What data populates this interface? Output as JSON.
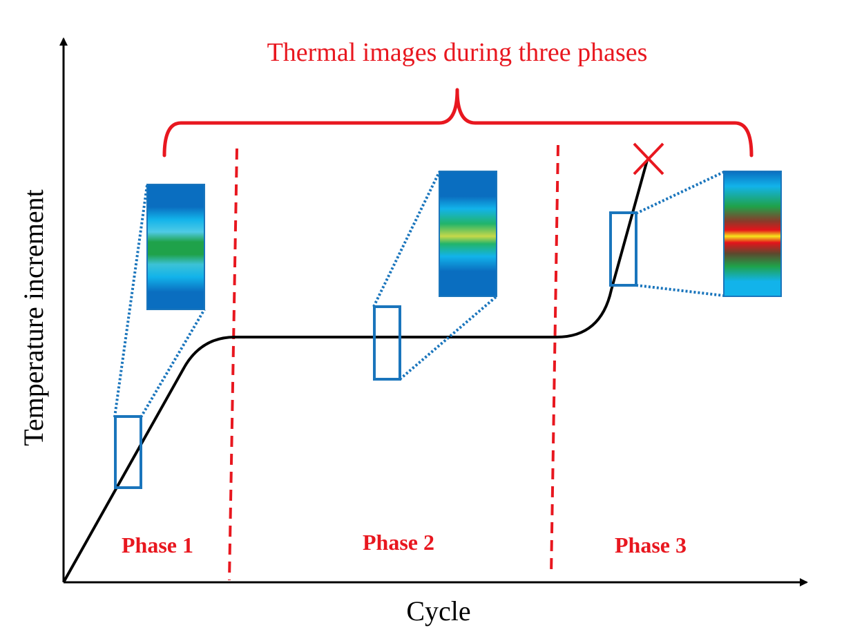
{
  "title": "Thermal images during three phases",
  "axes": {
    "x_label": "Cycle",
    "y_label": "Temperature increment"
  },
  "phases": [
    {
      "label": "Phase 1"
    },
    {
      "label": "Phase 2"
    },
    {
      "label": "Phase 3"
    }
  ],
  "colors": {
    "annotation": "#e8171f",
    "curve": "#000000",
    "inspection_box": "#1a75bc",
    "thermal_dark": "#0a6ec0",
    "thermal_cyan": "#12b3ea",
    "thermal_green": "#1fa24a",
    "thermal_yellow": "#f6e51c",
    "thermal_red": "#e4141b"
  },
  "icons": {
    "failure_marker": "cross-icon"
  }
}
